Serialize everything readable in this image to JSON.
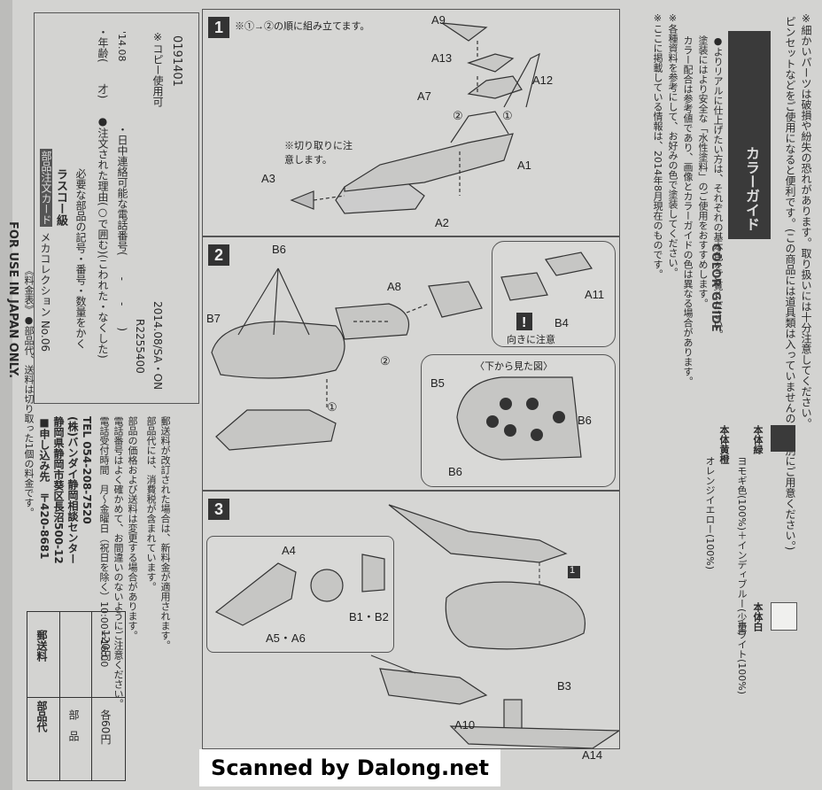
{
  "left_strip": {
    "for_use": "FOR USE IN JAPAN ONLY.",
    "product_code": "0191401",
    "order_card_label": "部品注文カード",
    "series": "メカコレクション No.06",
    "item": "ラスコー級",
    "fill_line": "必要な部品の記号・番号・数量をかく",
    "reason_line": "●注文された理由(○で囲む)(こわれた・なくした)",
    "age_line": "・年齢(　　才)",
    "phone_line": "・日中連絡可能な電話番号(　　-　　-　　)",
    "copy_ok": "※コピー使用可",
    "date_code": "'14.08",
    "code1": "R2255400",
    "code2": "2014.08/SA・ON",
    "apply_title": "■申し込み先　〒420-8681",
    "address1": "静岡県静岡市葵区長沼500-12",
    "address2": "(株)バンダイ静岡相談センター",
    "tel": "TEL 054-208-7520",
    "hours": "電話受付時間　月〜金曜日（祝日を除く）10:00〜16:00",
    "note1": "電話番号はよく確かめて、お間違いのないようにご注意ください。",
    "note2": "部品の価格および送料は変更する場合があります。",
    "note3": "部品代には、消費税が含まれています。",
    "note4": "郵送料が改訂された場合は、新料金が適用されます。",
    "fee_title": "《料金表》●部品代、送料は切り取った1個の料金です。",
    "fee_table": {
      "headers": [
        "部品代",
        "郵送料"
      ],
      "rows": [
        [
          "部　品",
          "各60円"
        ],
        [
          "",
          "120円"
        ]
      ]
    }
  },
  "steps": {
    "note": "※①→②の順に組み立てます。",
    "cut_note": "※切り取りに注意します。",
    "step1": "1",
    "step2": "2",
    "step3": "3",
    "labels1": [
      "A9",
      "A13",
      "A12",
      "A7",
      "②",
      "①",
      "A1",
      "A3",
      "A2"
    ],
    "labels2": [
      "B6",
      "A8",
      "A11",
      "B7",
      "B4",
      "②",
      "①",
      "B5",
      "B6",
      "B6"
    ],
    "direction_note": "向きに注意",
    "bottom_view": "〈下から見た図〉",
    "labels3": [
      "A4",
      "B1・B2",
      "A5・A6",
      "1",
      "B3",
      "A10",
      "A14"
    ]
  },
  "right": {
    "caution1": "※細かいパーツは破損や紛失の恐れがあります。取り扱いには十分注意してください。",
    "caution2": "ピンセットなどをご使用になると便利です。(この商品には道具類は入っていませんので、別にご用意ください。)",
    "color_guide_jp": "カラーガイド",
    "color_guide_en": "COLOR GUIDE",
    "paint_note1": "●よりリアルに仕上げたい方は、それぞれの基本色をご覧ください。",
    "paint_note2": "塗装にはより安全な「水性塗料」のご使用をおすすめします。",
    "paint_note3": "カラー配合は参考値であり、画像とカラーガイドの色は異なる場合があります。",
    "paint_note4": "※各種資料を参考にして、お好みの色で塗装してください。",
    "paint_note5": "※ここに掲載している情報は、2014年8月現在のものです。",
    "body_green_title": "本体緑",
    "body_green_mix": "ヨモギ色(100%)＋インディブルー(少量)",
    "body_yellow_title": "本体黄橙",
    "body_yellow_mix": "オレンジイエロー(100%)",
    "body_white_title": "本体白",
    "body_white_mix": "ホワイト(100%)"
  },
  "credit": "Scanned by Dalong.net",
  "colors": {
    "paper": "#d3d3d1",
    "ink": "#2a2a2a",
    "dark_band": "#3a3a3a",
    "credit_bg": "#ffffff"
  }
}
